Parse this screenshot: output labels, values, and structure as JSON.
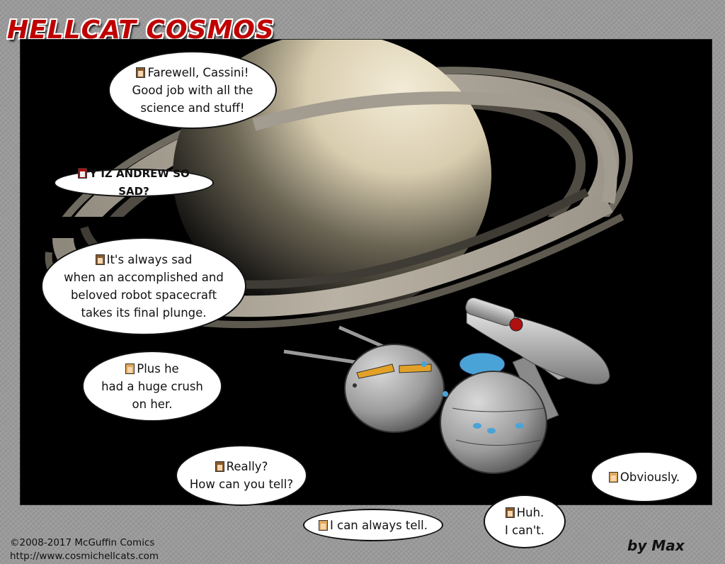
{
  "comic": {
    "title": "HELLCAT COSMOS",
    "byline": "by Max"
  },
  "bubbles": [
    {
      "speaker_icon": "brown-hair-face-icon",
      "text": "Farewell, Cassini!\nGood job with all the\nscience and stuff!"
    },
    {
      "speaker_icon": "red-hair-face-icon",
      "text": "Y IZ ANDREW SO SAD?"
    },
    {
      "speaker_icon": "brown-hair-face-icon",
      "text": "It's always sad\nwhen an accomplished and\nbeloved robot spacecraft\ntakes its final plunge."
    },
    {
      "speaker_icon": "blonde-hair-face-icon",
      "text": "Plus he\nhad a huge crush\non her."
    },
    {
      "speaker_icon": "brown-hair-face-icon",
      "text": "Really?\nHow can you tell?"
    },
    {
      "speaker_icon": "blonde-hair-face-icon",
      "text": "I can always tell."
    },
    {
      "speaker_icon": "brown-hair-face-icon",
      "text": "Huh.\nI can't."
    },
    {
      "speaker_icon": "blonde-hair-face-icon",
      "text": "Obviously."
    }
  ],
  "footer": {
    "copyright": "©2008-2017 McGuffin Comics",
    "url": "http://www.cosmichellcats.com"
  }
}
